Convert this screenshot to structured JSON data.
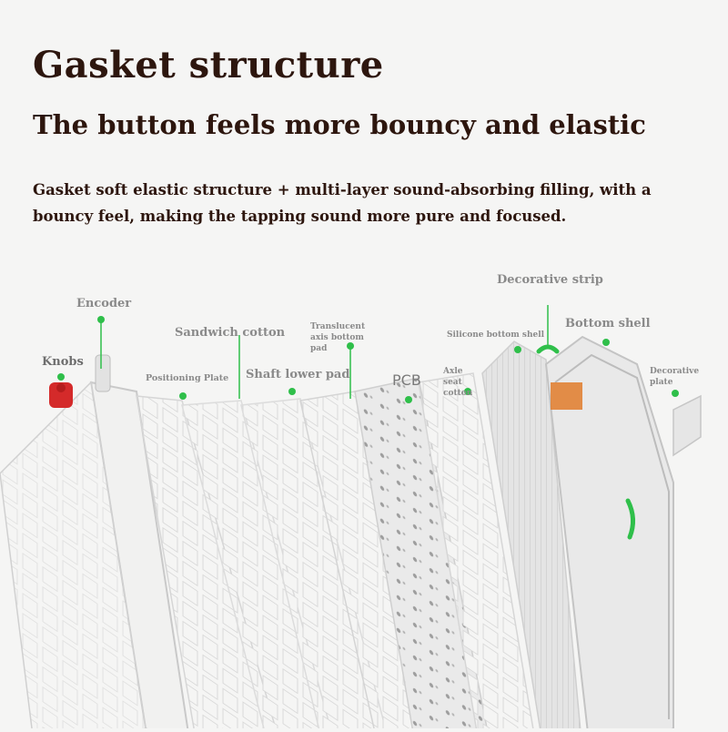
{
  "header": {
    "title": "Gasket structure",
    "subtitle": "The button feels more bouncy and elastic",
    "description": "Gasket soft elastic structure + multi-layer sound-absorbing filling, with a bouncy feel, making the tapping sound more pure and focused."
  },
  "labels": {
    "encoder": "Encoder",
    "knobs": "Knobs",
    "positioning_plate": "Positioning Plate",
    "sandwich_cotton": "Sandwich cotton",
    "shaft_lower_pad": "Shaft lower pad",
    "translucent_axis_bottom_pad": "Translucent axis bottom pad",
    "pcb": "PCB",
    "axle_seat_cotton": "Axle seat cotton",
    "silicone_bottom_shell": "Silicone bottom shell",
    "decorative_strip": "Decorative strip",
    "bottom_shell": "Bottom shell",
    "decorative_plate": "Decorative plate"
  },
  "colors": {
    "heading": "#2d160e",
    "label": "#8a8a8a",
    "marker": "#2fbf4a",
    "knob": "#d42a2a",
    "accent": "#e07b2a"
  }
}
